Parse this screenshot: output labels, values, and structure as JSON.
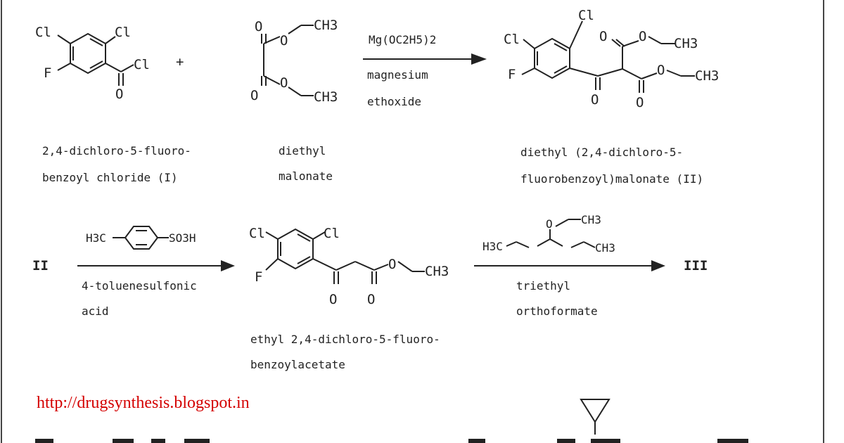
{
  "row1": {
    "compound_I": {
      "atoms": {
        "cl_top": "Cl",
        "cl_left": "Cl",
        "f": "F",
        "c_cl": "Cl",
        "o": "O"
      },
      "name_lines": [
        "2,4-dichloro-5-fluoro-",
        "benzoyl chloride  (I)"
      ]
    },
    "plus": "+",
    "malonate": {
      "atoms": {
        "o1": "O",
        "o2": "O",
        "o3": "O",
        "o4": "O",
        "ch3_top": "CH3",
        "ch3_bottom": "CH3"
      },
      "name_lines": [
        "diethyl",
        "malonate"
      ]
    },
    "reagent": {
      "formula": "Mg(OC2H5)2",
      "lines": [
        "magnesium",
        "ethoxide"
      ]
    },
    "compound_II": {
      "atoms": {
        "cl_top": "Cl",
        "cl_left": "Cl",
        "f": "F",
        "o_ketone": "O",
        "o1": "O",
        "o2": "O",
        "o3": "O",
        "o4": "O",
        "ch3_top": "CH3",
        "ch3_bottom": "CH3"
      },
      "name_lines": [
        "diethyl (2,4-dichloro-5-",
        "fluorobenzoyl)malonate  (II)"
      ]
    }
  },
  "row2": {
    "start_label": "II",
    "reagent1": {
      "h3c": "H3C",
      "so3h": "SO3H",
      "lines": [
        "4-toluenesulfonic",
        "acid"
      ]
    },
    "product": {
      "atoms": {
        "cl_top": "Cl",
        "cl_left": "Cl",
        "f": "F",
        "o_ketone": "O",
        "o_ester": "O",
        "o_ether": "O",
        "ch3": "CH3"
      },
      "name_lines": [
        "ethyl 2,4-dichloro-5-fluoro-",
        "benzoylacetate"
      ]
    },
    "reagent2": {
      "ch3_top": "CH3",
      "h3c": "H3C",
      "ch3_right": "CH3",
      "o": "O",
      "lines": [
        "triethyl",
        "orthoformate"
      ]
    },
    "end_label": "III"
  },
  "watermark": "http://drugsynthesis.blogspot.in"
}
